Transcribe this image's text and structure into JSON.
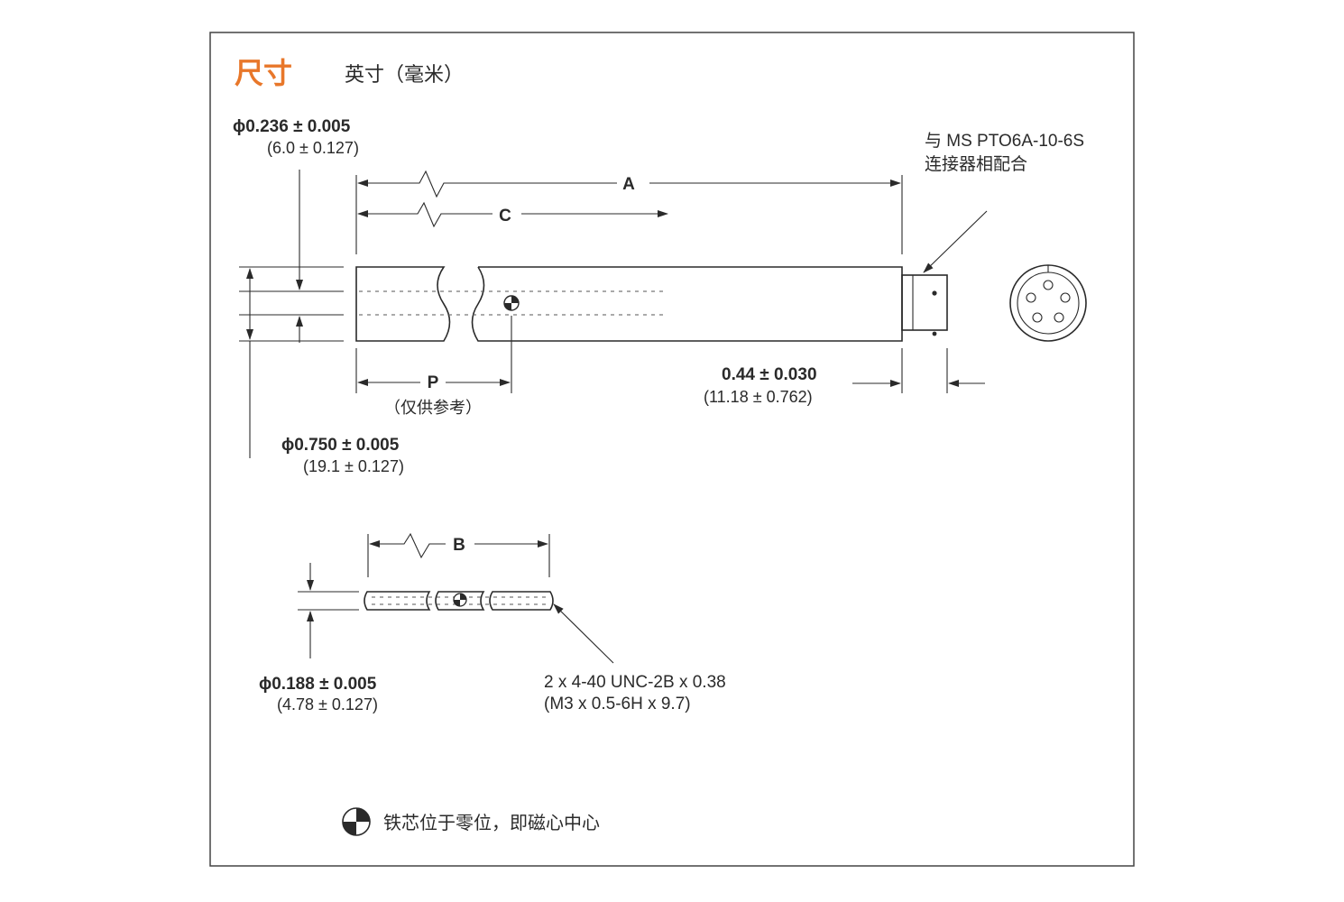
{
  "title": "尺寸",
  "subtitle": "英寸（毫米）",
  "title_color": "#e8772a",
  "connector_note": {
    "line1": "与 MS PTO6A-10-6S",
    "line2": "连接器相配合"
  },
  "dimensions": {
    "A": "A",
    "B": "B",
    "C": "C",
    "P": "P",
    "p_note": "（仅供参考）",
    "small_dia": {
      "inch": "ϕ0.236 ± 0.005",
      "mm": "(6.0 ± 0.127)"
    },
    "body_dia": {
      "inch": "ϕ0.750 ± 0.005",
      "mm": "(19.1 ± 0.127)"
    },
    "rod_dia": {
      "inch": "ϕ0.188 ± 0.005",
      "mm": "(4.78 ± 0.127)"
    },
    "connector_len": {
      "inch": "0.44 ± 0.030",
      "mm": "(11.18 ± 0.762)"
    }
  },
  "thread": {
    "line1": "2 x 4-40 UNC-2B x 0.38",
    "line2": "(M3 x 0.5-6H x 9.7)"
  },
  "legend": {
    "icon": "center-of-gravity-icon",
    "text": "铁芯位于零位，即磁心中心"
  }
}
